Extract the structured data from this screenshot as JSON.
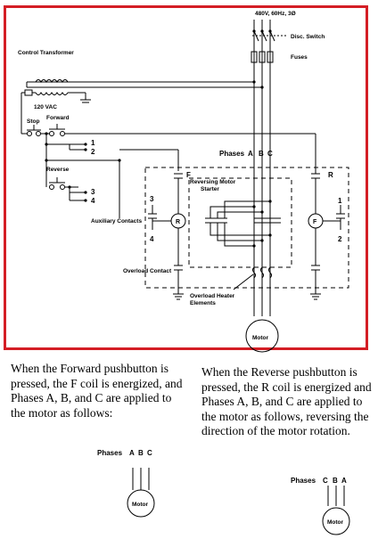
{
  "colors": {
    "frame": "#d41e25",
    "line": "#000000"
  },
  "diagram": {
    "supply": "480V, 60Hz, 3Ø",
    "disc_switch": "Disc. Switch",
    "fuses": "Fuses",
    "control_transformer": "Control Transformer",
    "vac": "120 VAC",
    "stop": "Stop",
    "forward": "Forward",
    "reverse": "Reverse",
    "num_1": "1",
    "num_2": "2",
    "num_3": "3",
    "num_4": "4",
    "phases": "Phases",
    "phase_a": "A",
    "phase_b": "B",
    "phase_c": "C",
    "reversing_starter": "Reversing Motor Starter",
    "aux_contacts": "Auxiliary Contacts",
    "f": "F",
    "r": "R",
    "overload_contact": "Overload Contact",
    "overload_heater": "Overload Heater Elements",
    "motor": "Motor"
  },
  "captions": {
    "forward_text": "When the Forward pushbutton is pressed, the F coil is energized, and Phases A, B, and C are applied to the motor as follows:",
    "reverse_text": "When the Reverse pushbutton is pressed, the R coil is energized and Phases A, B, and C are applied to the motor as follows, reversing the direction of the motor rotation."
  },
  "forward_motor": {
    "phases": "Phases",
    "p1": "A",
    "p2": "B",
    "p3": "C",
    "motor": "Motor"
  },
  "reverse_motor": {
    "phases": "Phases",
    "p1": "C",
    "p2": "B",
    "p3": "A",
    "motor": "Motor"
  }
}
